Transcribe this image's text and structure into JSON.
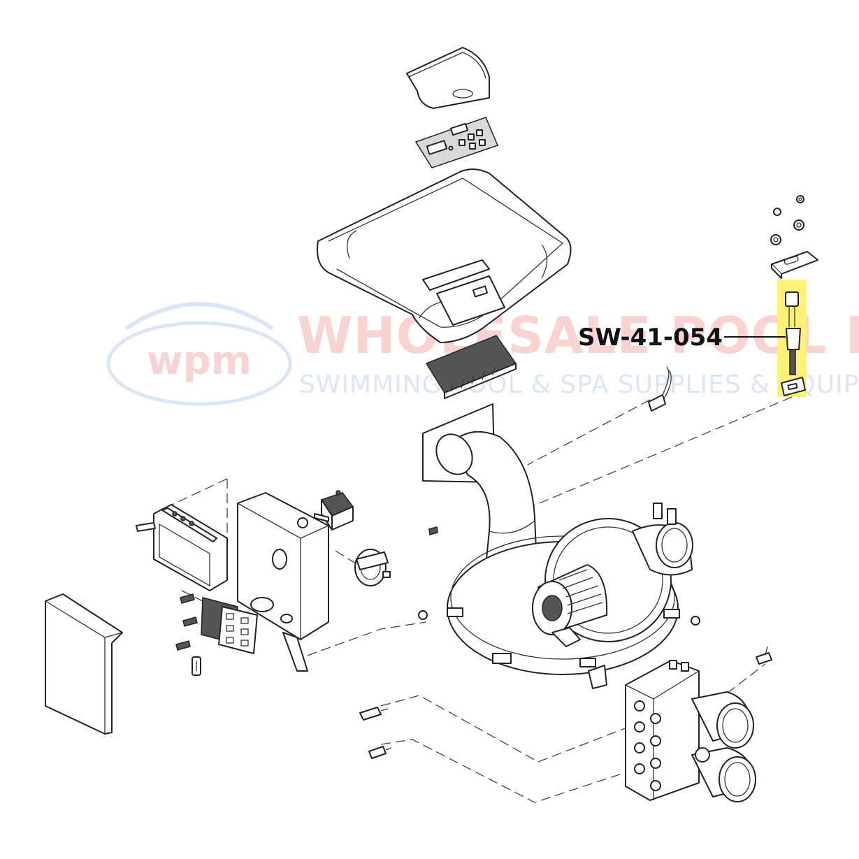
{
  "diagram": {
    "callout_label": "SW-41-054",
    "highlight_color": "#fff176"
  },
  "watermark": {
    "logo_text": "wpm",
    "brand_name": "WHOLESALE POOL MART",
    "tagline": "SWIMMING POOL & SPA SUPPLIES & EQUIPMENT",
    "brand_color": "#e53935",
    "secondary_color": "#5b8fd6"
  }
}
